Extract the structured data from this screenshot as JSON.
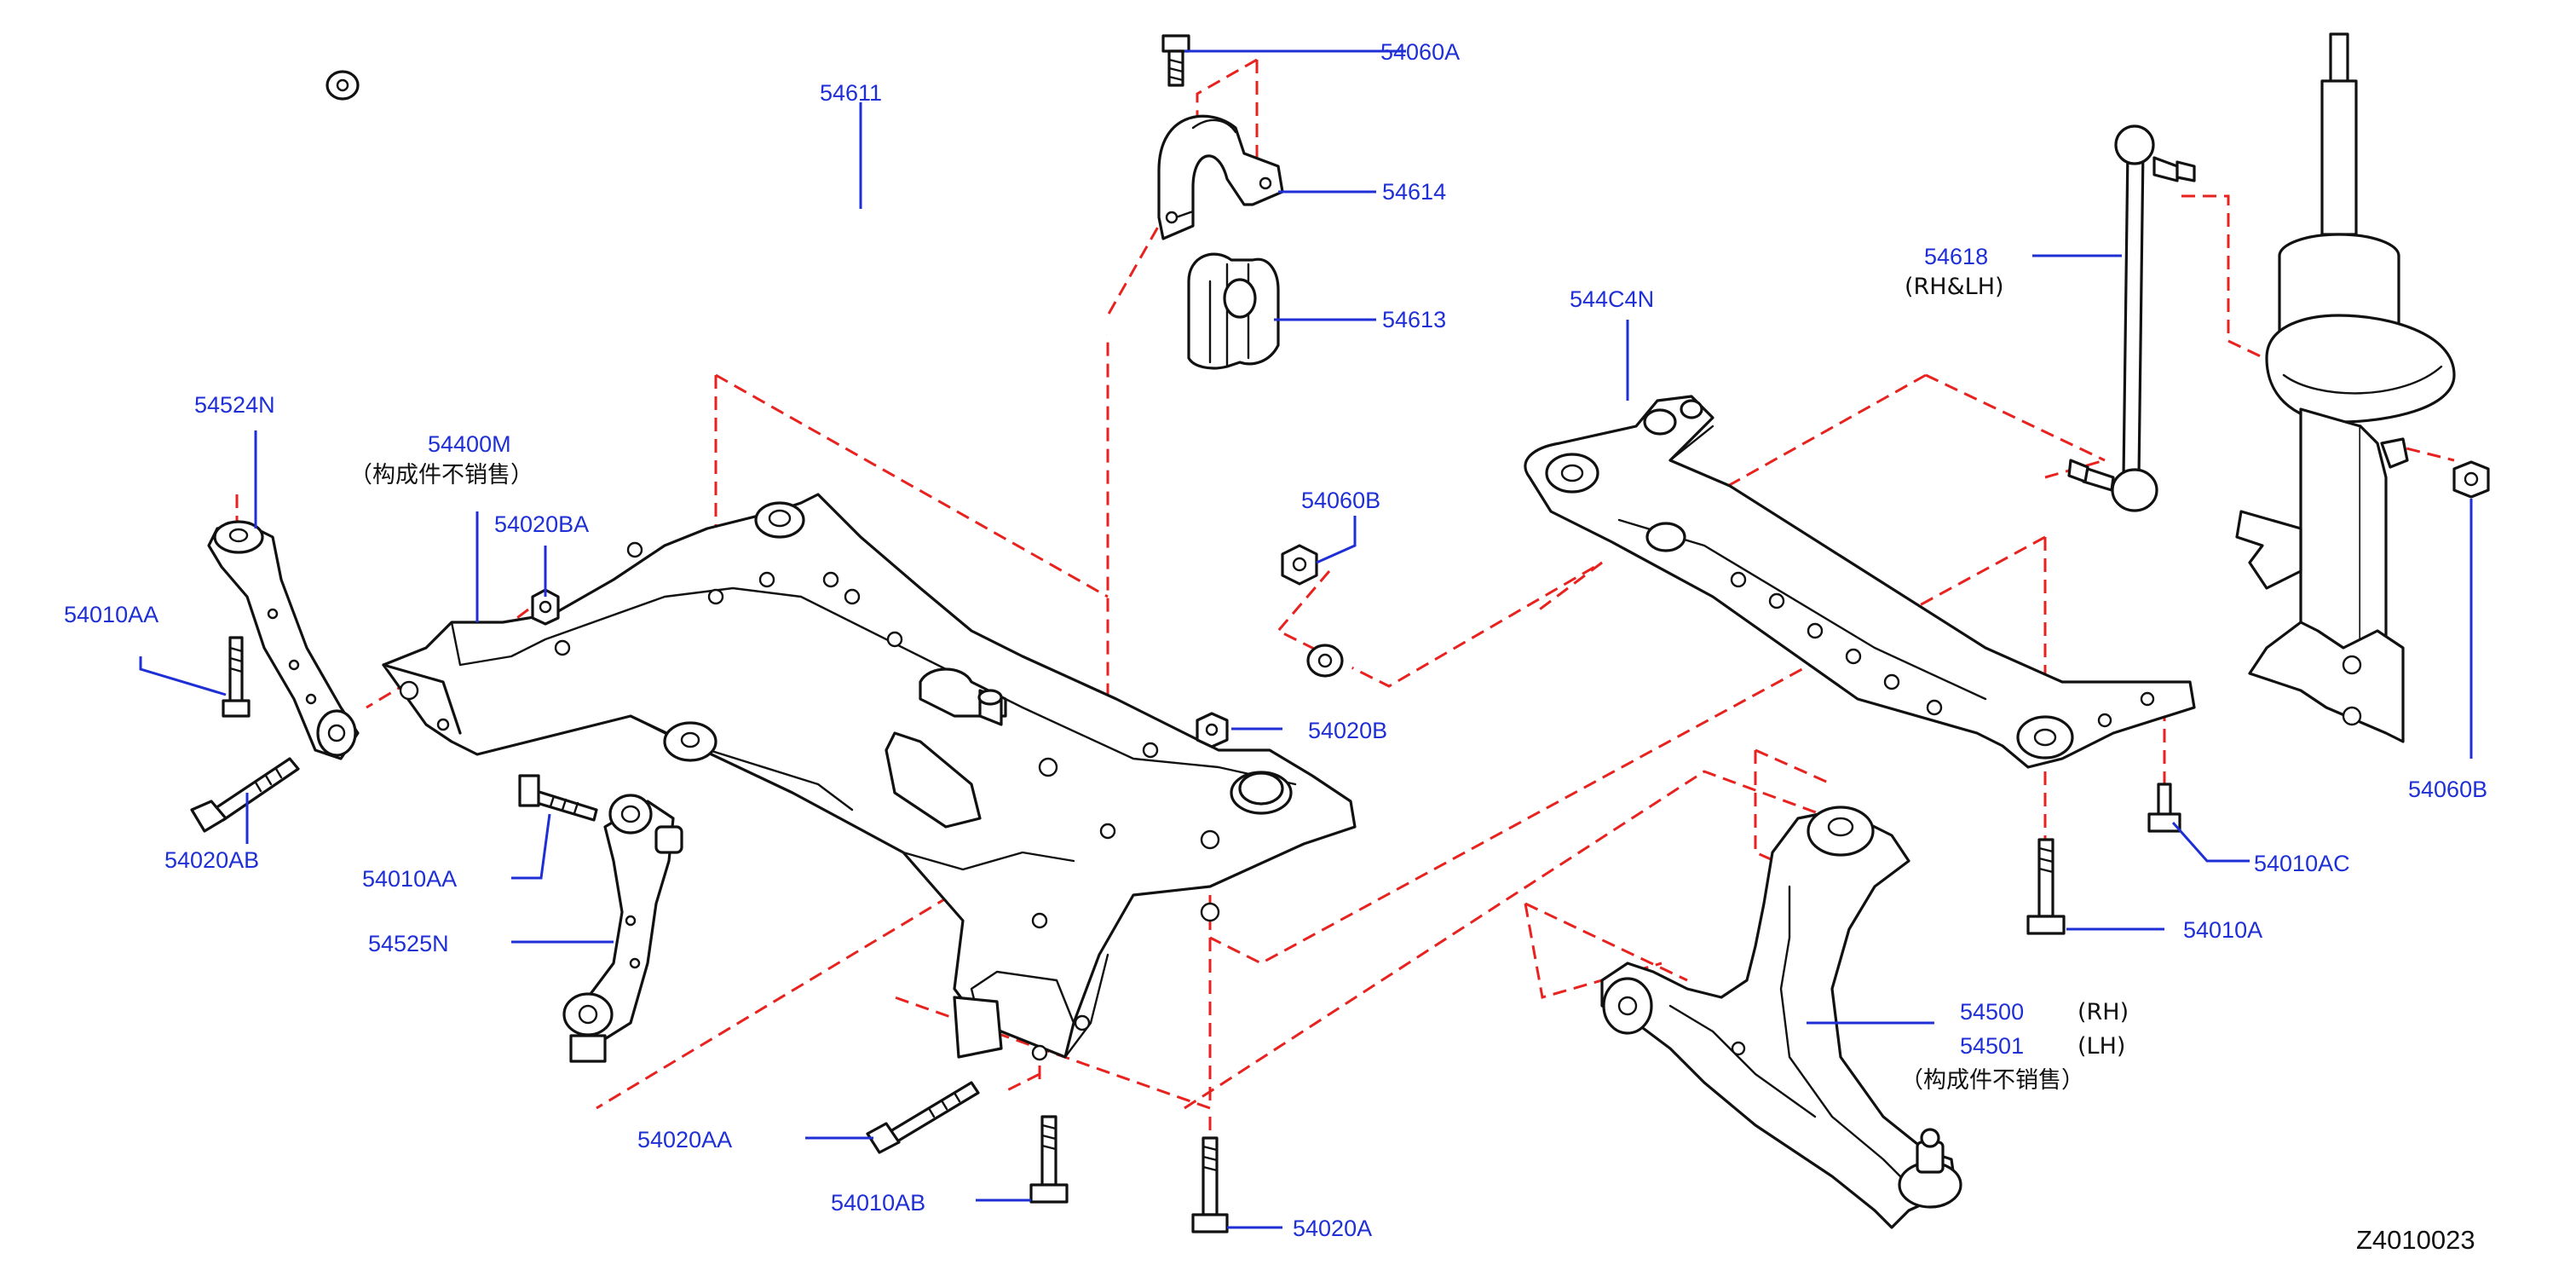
{
  "diagram_code": "Z4010023",
  "labels": {
    "stabilizer_bar": "54611",
    "bushing_bolt": "54060A",
    "bushing_clamp": "54614",
    "bushing": "54613",
    "stabilizer_nut": "54060B",
    "link_rod": "54618",
    "link_rod_side": "(RH&LH)",
    "member_stay": "544C4N",
    "rear_mount_bracket": "54524N",
    "crossmember": "54400M",
    "crossmember_note": "（构成件不销售）",
    "nut_ba": "54020BA",
    "bolt_aa_left": "54010AA",
    "bolt_ab": "54020AB",
    "nut_b": "54020B",
    "bolt_aa_mid": "54010AA",
    "bracket_n": "54525N",
    "bolt_20aa": "54020AA",
    "bolt_10ab": "54010AB",
    "bolt_20a": "54020A",
    "bolt_10ac": "54010AC",
    "bolt_10a": "54010A",
    "arm_rh": "54500",
    "arm_rh_side": "(RH)",
    "arm_lh": "54501",
    "arm_lh_side": "(LH)",
    "arm_note": "（构成件不销售）",
    "strut_nut": "54060B"
  },
  "colors": {
    "label_blue": "#1f2fd6",
    "guide_red": "#e8221f",
    "ink": "#111111"
  }
}
